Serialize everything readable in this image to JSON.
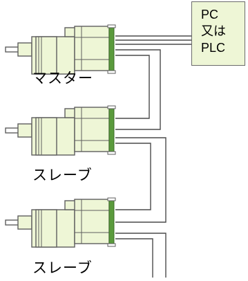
{
  "controller": {
    "lines": [
      "PC",
      "又は",
      "PLC"
    ]
  },
  "motors": [
    {
      "label": "マスター"
    },
    {
      "label": "スレーブ"
    },
    {
      "label": "スレーブ"
    }
  ],
  "colors": {
    "motor_fill": "#eef6d6",
    "motor_stroke": "#5e5e5e",
    "connector": "#5a9a3c",
    "wire": "#4a4a4a"
  }
}
